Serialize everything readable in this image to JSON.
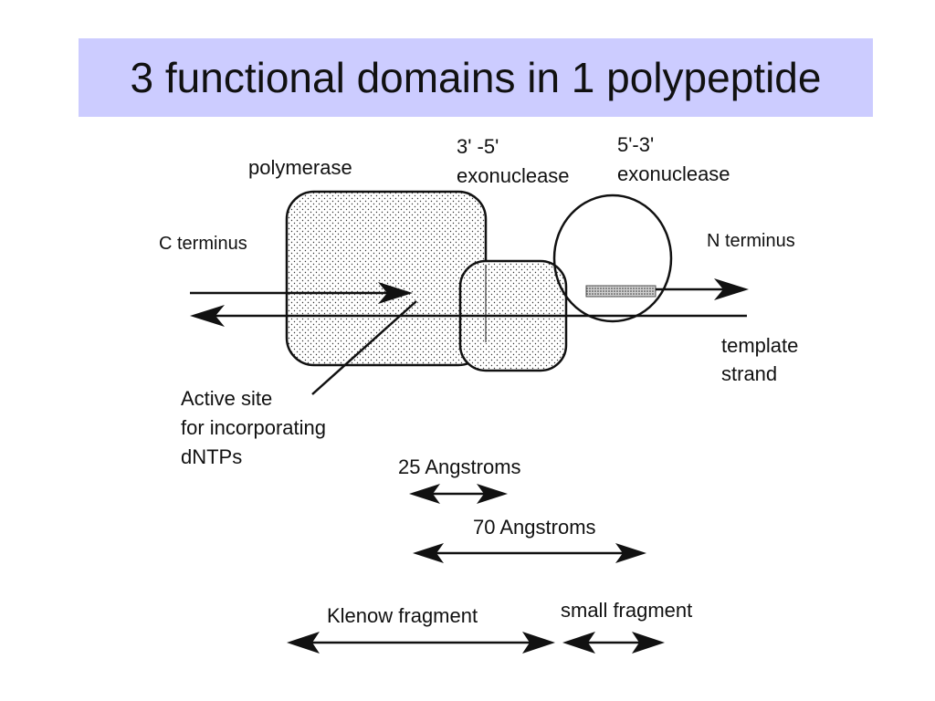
{
  "title": "3 functional domains in 1 polypeptide",
  "labels": {
    "polymerase": "polymerase",
    "exo35_line1": "3' -5'",
    "exo35_line2": "exonuclease",
    "exo53_line1": "5'-3'",
    "exo53_line2": "exonuclease",
    "c_terminus": "C terminus",
    "n_terminus": "N terminus",
    "template_line1": "template",
    "template_line2": "strand",
    "active_line1": "Active site",
    "active_line2": "for incorporating",
    "active_line3": "dNTPs",
    "angstrom_25": "25 Angstroms",
    "angstrom_70": "70 Angstroms",
    "klenow": "Klenow fragment",
    "small": "small fragment"
  }
}
